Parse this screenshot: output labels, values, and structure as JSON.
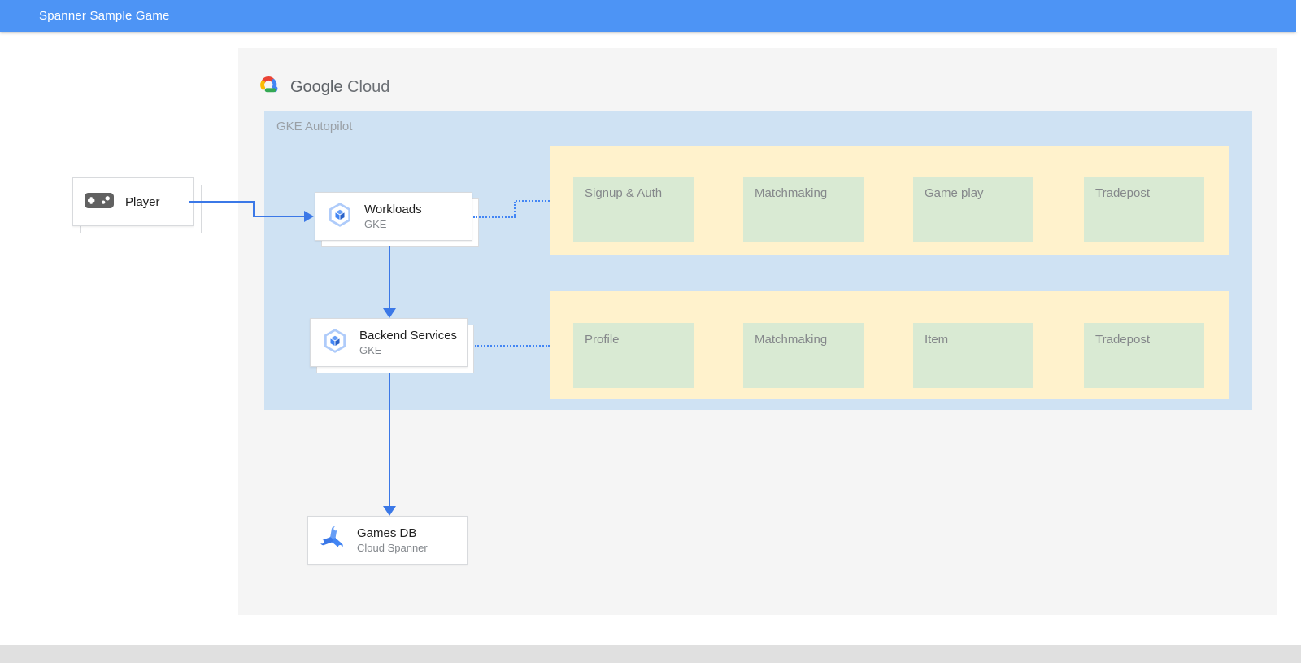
{
  "header": {
    "title": "Spanner Sample Game"
  },
  "logo": {
    "part1": "Google",
    "part2": "Cloud",
    "icon": "google-cloud-logo"
  },
  "zone": {
    "label": "GKE Autopilot"
  },
  "nodes": {
    "player": {
      "label": "Player",
      "icon": "gamepad-icon"
    },
    "workloads": {
      "title": "Workloads",
      "subtitle": "GKE",
      "icon": "gke-hexagon-icon"
    },
    "backend": {
      "title": "Backend Services",
      "subtitle": "GKE",
      "icon": "gke-hexagon-icon"
    },
    "gamesdb": {
      "title": "Games DB",
      "subtitle": "Cloud Spanner",
      "icon": "cloud-spanner-wrench-icon"
    }
  },
  "rows": [
    {
      "services": [
        "Signup & Auth",
        "Matchmaking",
        "Game play",
        "Tradepost"
      ]
    },
    {
      "services": [
        "Profile",
        "Matchmaking",
        "Item",
        "Tradepost"
      ]
    }
  ],
  "colors": {
    "header_blue": "#4d94f5",
    "zone_blue": "#cfe2f3",
    "row_yellow": "#fff2cc",
    "service_green": "#d9ead3",
    "arrow_blue": "#3b78e7",
    "dotted_blue": "#4285f4",
    "canvas_gray": "#f5f5f5",
    "footer_gray": "#e0e0e0"
  }
}
